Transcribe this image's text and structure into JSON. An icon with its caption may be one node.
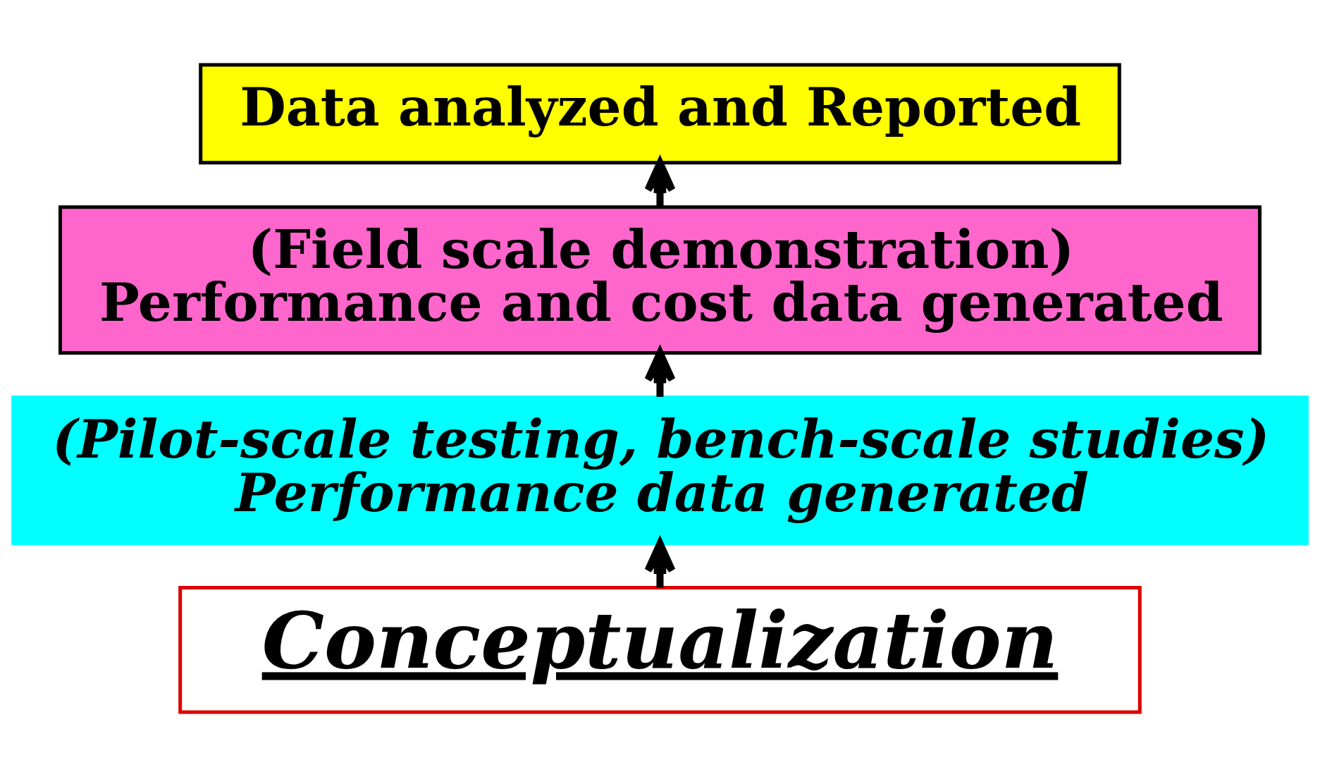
{
  "diagram": {
    "nodes": [
      {
        "text": [
          "Data analyzed and Reported"
        ]
      },
      {
        "text": [
          "(Field scale demonstration)",
          "Performance and cost data generated"
        ]
      },
      {
        "text": [
          "(Pilot-scale testing, bench-scale studies)",
          "Performance data generated"
        ]
      },
      {
        "text": [
          "Conceptualization"
        ]
      }
    ],
    "edges": [
      {
        "from": 3,
        "to": 2,
        "arrow": "to"
      },
      {
        "from": 2,
        "to": 1,
        "arrow": "to"
      },
      {
        "from": 1,
        "to": 0,
        "arrow": "to"
      }
    ]
  }
}
